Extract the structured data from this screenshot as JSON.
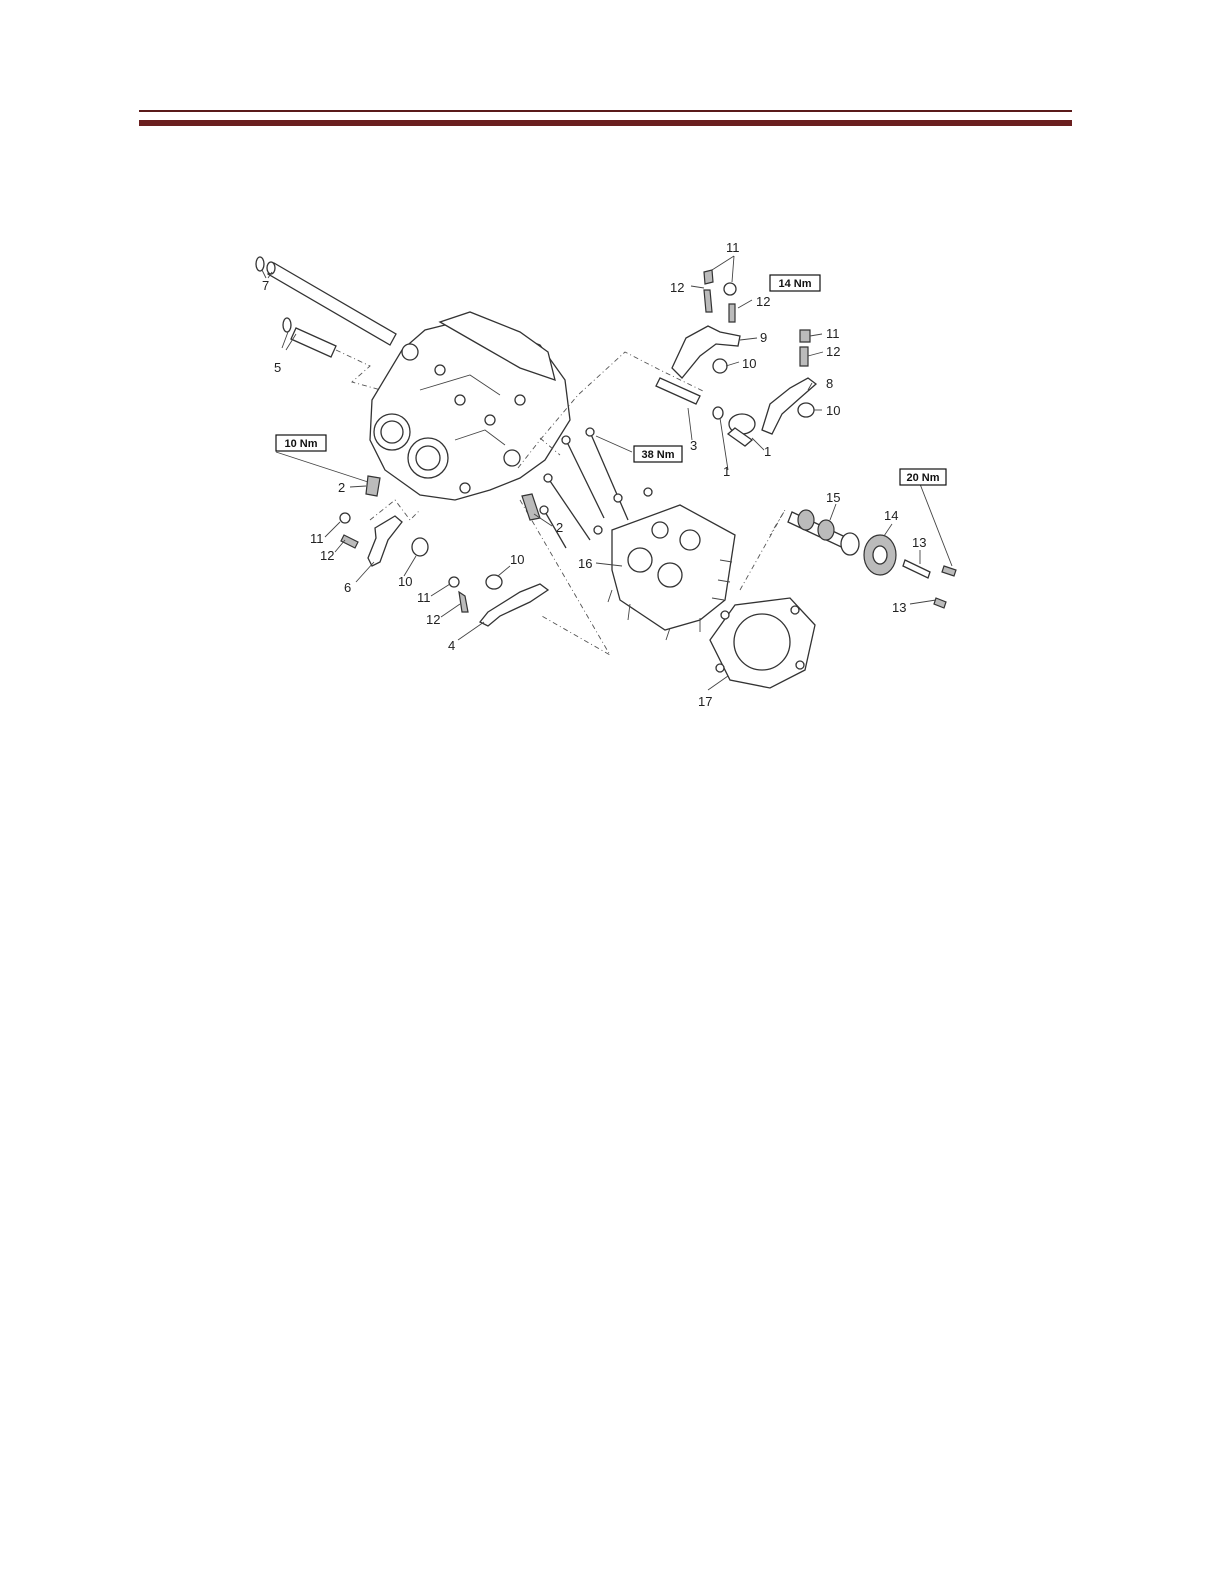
{
  "labels": {
    "l7": "7",
    "l5": "5",
    "l10nm": "10 Nm",
    "l2a": "2",
    "l11a": "11",
    "l12a": "12",
    "l6": "6",
    "l10a": "10",
    "l11b": "11",
    "l12b": "12",
    "l4": "4",
    "l10b": "10",
    "l2b": "2",
    "l16": "16",
    "l38nm": "38 Nm",
    "l3": "3",
    "l1a": "1",
    "l1b": "1",
    "l11c": "11",
    "l12c": "12",
    "l14nm": "14 Nm",
    "l12d": "12",
    "l9": "9",
    "l10c": "10",
    "l11d": "11",
    "l12e": "12",
    "l8": "8",
    "l10d": "10",
    "l15": "15",
    "l14": "14",
    "l13a": "13",
    "l13b": "13",
    "l20nm": "20 Nm",
    "l17": "17"
  },
  "colors": {
    "rule": "#6b1f1f"
  }
}
